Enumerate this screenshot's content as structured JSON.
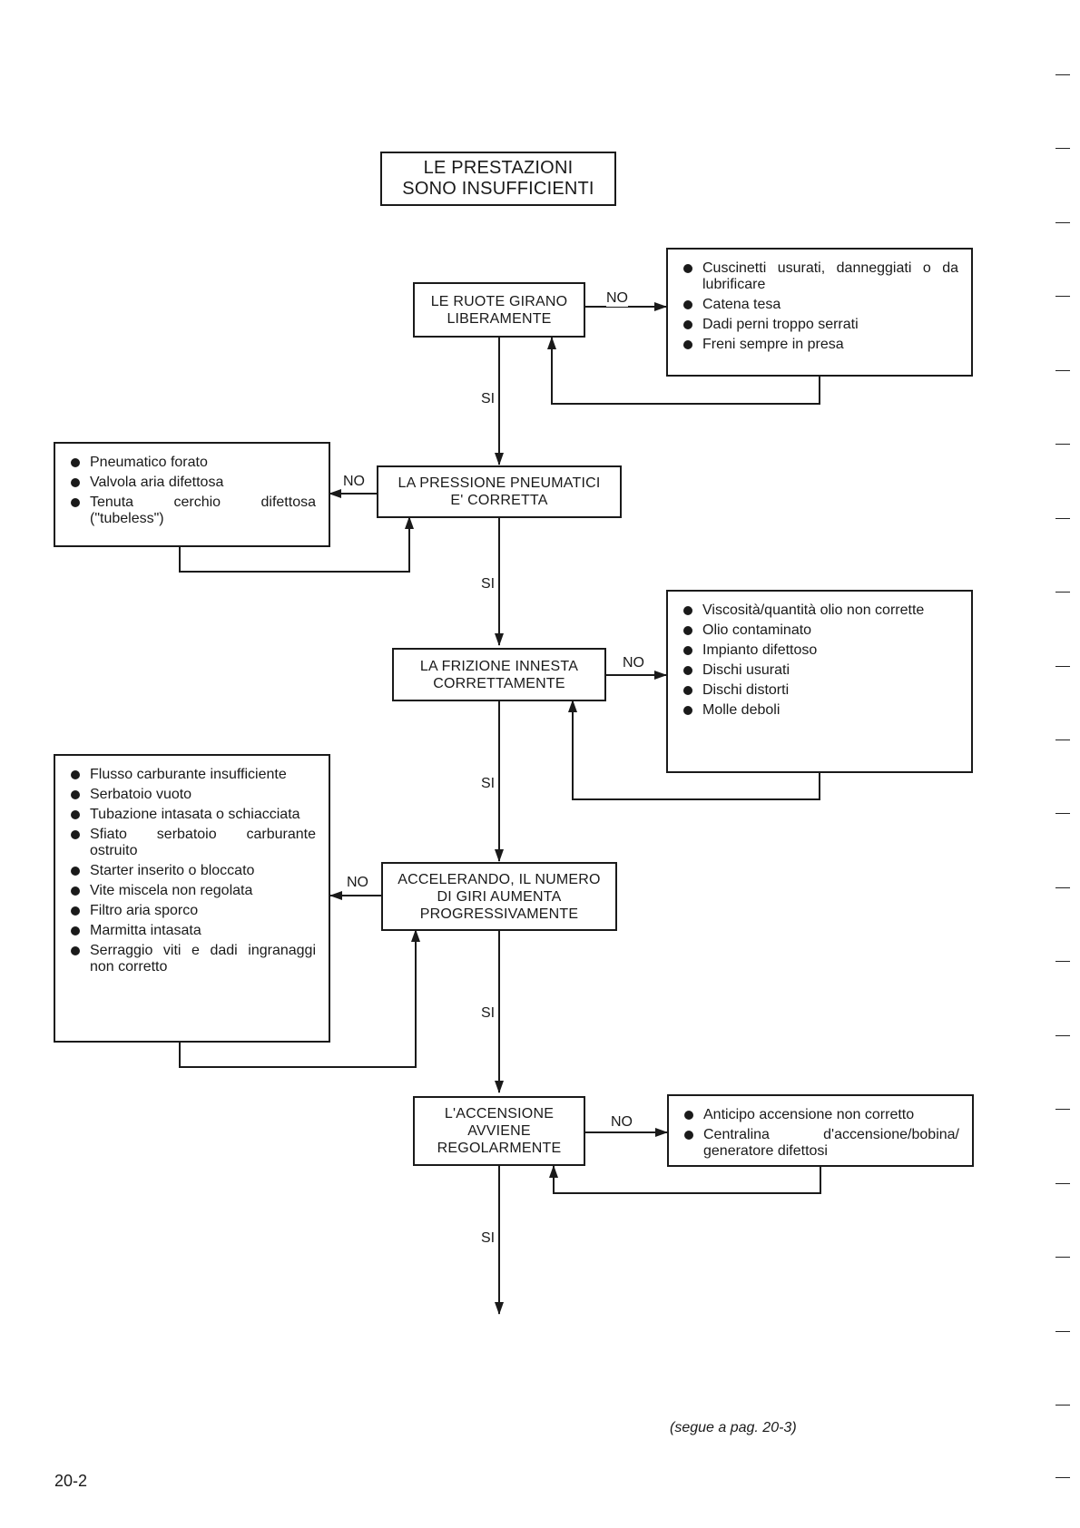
{
  "title": {
    "line1": "LE PRESTAZIONI",
    "line2": "SONO INSUFFICIENTI"
  },
  "checks": [
    {
      "lines": [
        "LE RUOTE GIRANO",
        "LIBERAMENTE"
      ]
    },
    {
      "lines": [
        "LA PRESSIONE PNEUMATICI",
        "E' CORRETTA"
      ]
    },
    {
      "lines": [
        "LA FRIZIONE INNESTA",
        "CORRETTAMENTE"
      ]
    },
    {
      "lines": [
        "ACCELERANDO, IL NUMERO",
        "DI GIRI AUMENTA",
        "PROGRESSIVAMENTE"
      ]
    },
    {
      "lines": [
        "L'ACCENSIONE",
        "AVVIENE",
        "REGOLARMENTE"
      ]
    }
  ],
  "causes": [
    {
      "items": [
        "Cuscinetti usurati, danneggiati o da lubrificare",
        "Catena tesa",
        "Dadi perni troppo serrati",
        "Freni sempre in presa"
      ]
    },
    {
      "items": [
        "Pneumatico forato",
        "Valvola aria difettosa",
        "Tenuta cerchio difettosa (\"tubeless\")"
      ]
    },
    {
      "items": [
        "Viscosità/quantità olio non corrette",
        "Olio contaminato",
        "Impianto difettoso",
        "Dischi usurati",
        "Dischi distorti",
        "Molle deboli"
      ]
    },
    {
      "items": [
        "Flusso carburante insufficiente",
        "Serbatoio vuoto",
        "Tubazione intasata o schiacciata",
        "Sfiato serbatoio carburante ostruito",
        "Starter inserito o bloccato",
        "Vite miscela non regolata",
        "Filtro aria sporco",
        "Marmitta intasata",
        "Serraggio viti e dadi ingranaggi non corretto"
      ]
    },
    {
      "items": [
        "Anticipo accensione non corretto",
        "Centralina d'accensione/bobina/ generatore difettosi"
      ]
    }
  ],
  "labels": {
    "no": "NO",
    "si": "SI"
  },
  "footer": {
    "note": "(segue a pag. 20-3)",
    "page_number": "20-2"
  }
}
